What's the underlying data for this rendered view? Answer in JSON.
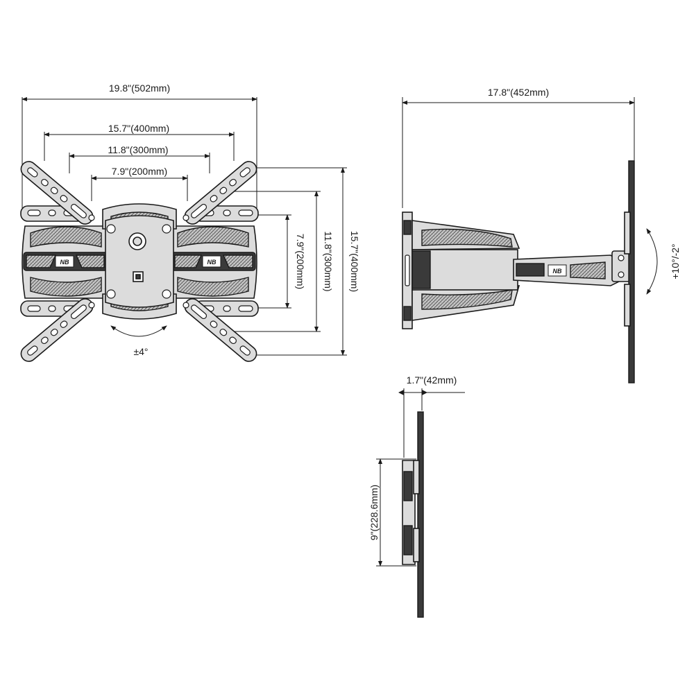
{
  "front_view": {
    "width_overall": "19.8\"(502mm)",
    "width_400": "15.7\"(400mm)",
    "width_300": "11.8\"(300mm)",
    "width_200": "7.9\"(200mm)",
    "height_200": "7.9\"(200mm)",
    "height_300": "11.8\"(300mm)",
    "height_400": "15.7\"(400mm)",
    "rotation": "±4°"
  },
  "side_view": {
    "extension": "17.8\"(452mm)",
    "tilt": "+10°/-2°"
  },
  "folded_view": {
    "depth": "1.7\"(42mm)",
    "plate_height": "9\"(228.6mm)"
  },
  "colors": {
    "line": "#1a1a1a",
    "metal": "#dcdcdc",
    "background": "#ffffff"
  }
}
